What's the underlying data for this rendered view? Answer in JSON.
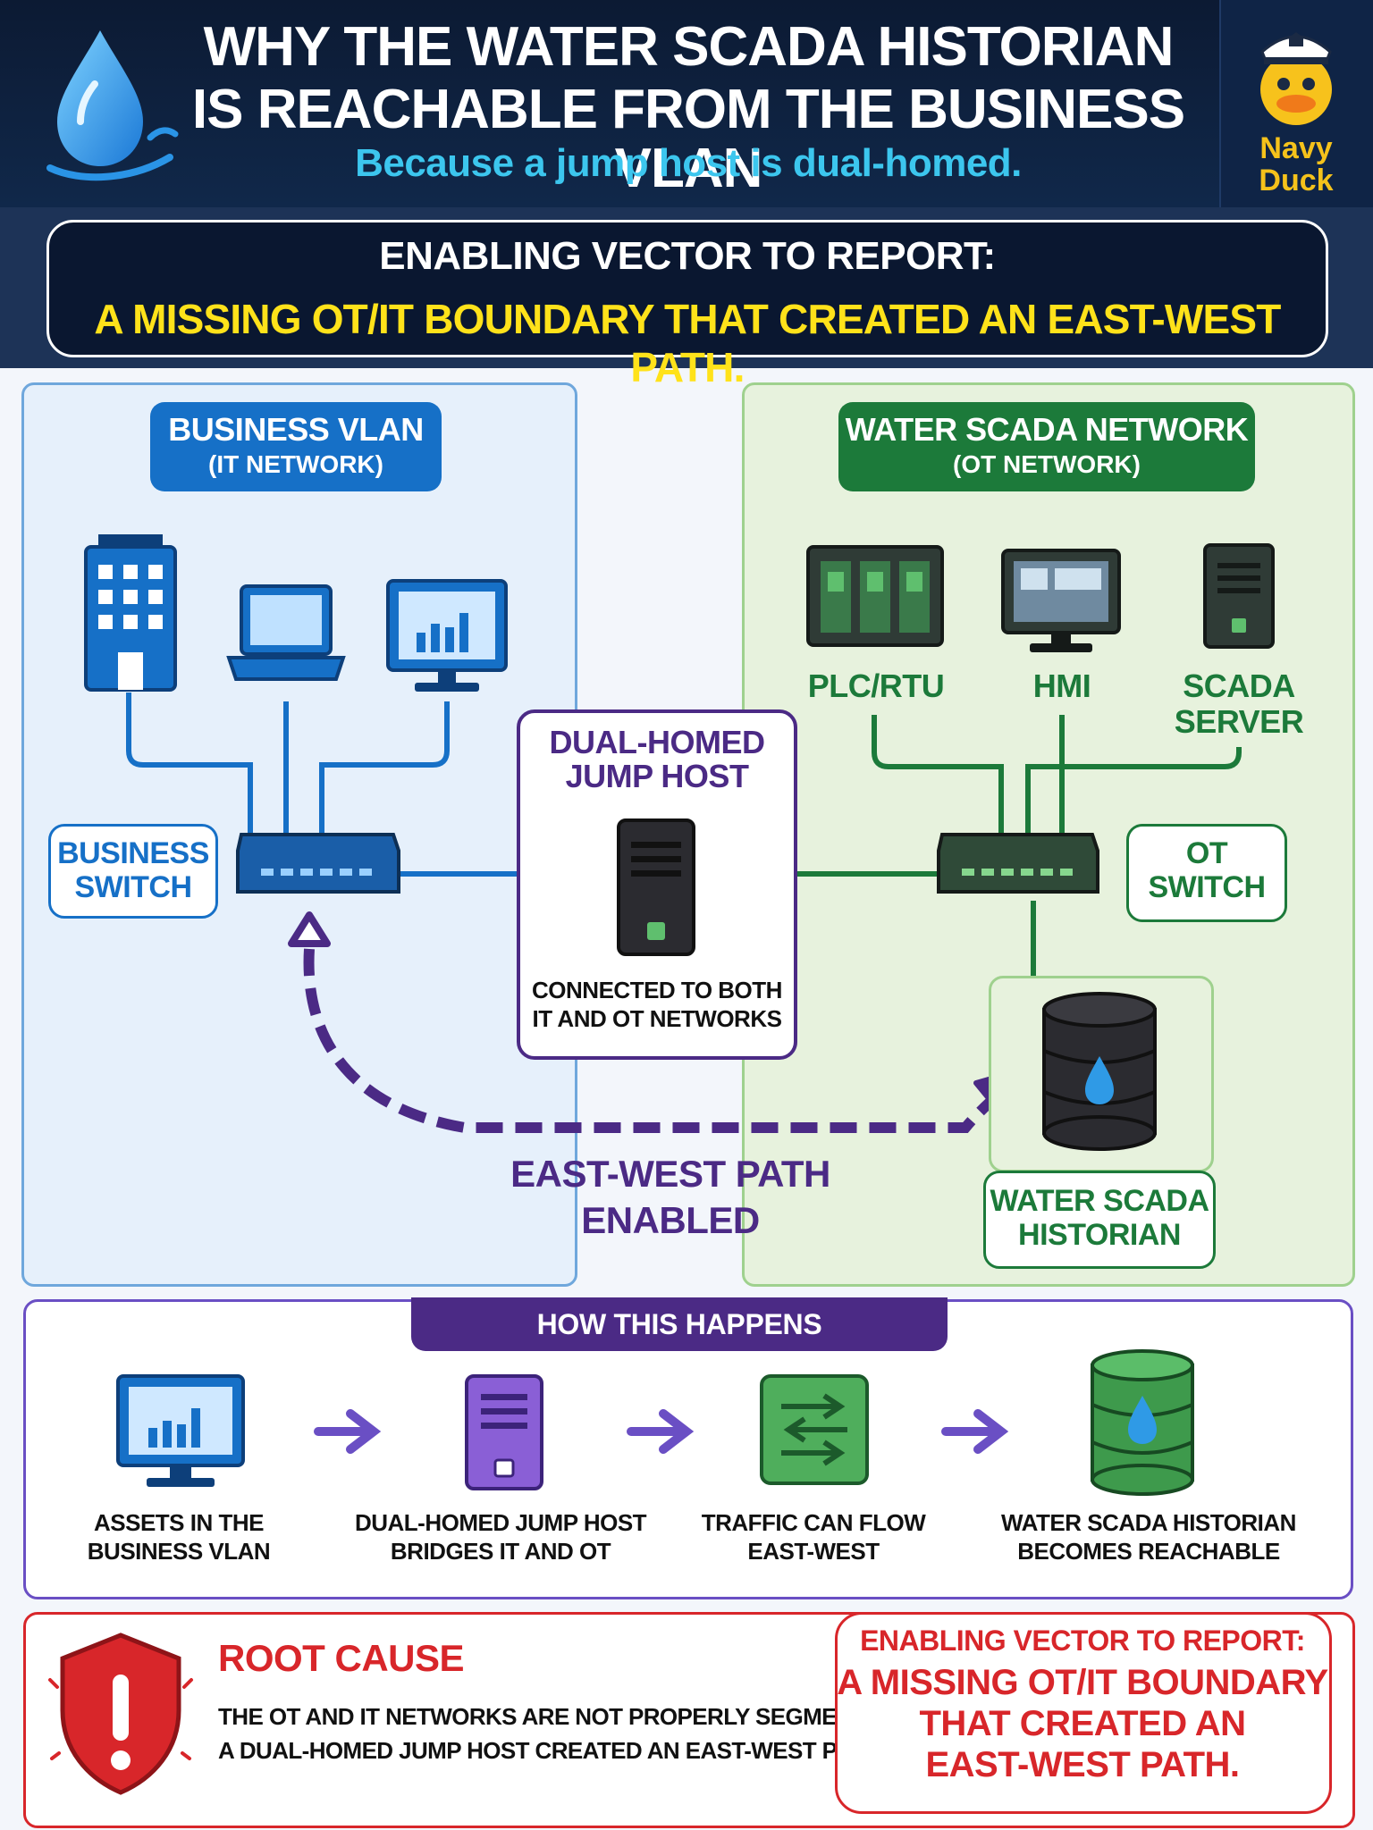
{
  "header": {
    "title_line1": "WHY THE WATER SCADA HISTORIAN",
    "title_line2": "IS REACHABLE FROM THE BUSINESS VLAN",
    "subtitle": "Because a jump host is dual-homed.",
    "brand_name": "Navy\nDuck"
  },
  "banner": {
    "line1": "ENABLING VECTOR TO REPORT:",
    "line2": "A MISSING OT/IT BOUNDARY THAT CREATED AN EAST-WEST PATH."
  },
  "it_zone": {
    "title": "BUSINESS VLAN",
    "subtitle": "(IT NETWORK)",
    "switch_label_1": "BUSINESS",
    "switch_label_2": "SWITCH"
  },
  "ot_zone": {
    "title": "WATER SCADA NETWORK",
    "subtitle": "(OT NETWORK)",
    "plc_label": "PLC/RTU",
    "hmi_label": "HMI",
    "scada_server_label_1": "SCADA",
    "scada_server_label_2": "SERVER",
    "switch_label_1": "OT",
    "switch_label_2": "SWITCH",
    "historian_label_1": "WATER SCADA",
    "historian_label_2": "HISTORIAN"
  },
  "jump_host": {
    "title_1": "DUAL-HOMED",
    "title_2": "JUMP HOST",
    "caption_1": "CONNECTED TO BOTH",
    "caption_2": "IT AND OT NETWORKS"
  },
  "path": {
    "label_1": "EAST-WEST PATH",
    "label_2": "ENABLED"
  },
  "how": {
    "title": "HOW THIS HAPPENS",
    "steps": [
      {
        "line1": "ASSETS IN THE",
        "line2": "BUSINESS VLAN"
      },
      {
        "line1": "DUAL-HOMED JUMP HOST",
        "line2": "BRIDGES IT AND OT"
      },
      {
        "line1": "TRAFFIC CAN FLOW",
        "line2": "EAST-WEST"
      },
      {
        "line1": "WATER SCADA HISTORIAN",
        "line2": "BECOMES REACHABLE"
      }
    ]
  },
  "root_cause": {
    "title": "ROOT CAUSE",
    "text_1": "THE OT AND IT NETWORKS ARE NOT PROPERLY SEGMENTED.",
    "text_2": "A DUAL-HOMED JUMP HOST CREATED AN EAST-WEST PATH.",
    "report_line1": "ENABLING VECTOR TO REPORT:",
    "report_line2": "A MISSING OT/IT BOUNDARY",
    "report_line3": "THAT CREATED AN",
    "report_line4": "EAST-WEST PATH."
  },
  "colors": {
    "it_blue": "#1670c7",
    "ot_green": "#1c7a3a",
    "path_purple": "#4b2a85",
    "alert_red": "#d8262a",
    "accent_yellow": "#ffe21a"
  }
}
